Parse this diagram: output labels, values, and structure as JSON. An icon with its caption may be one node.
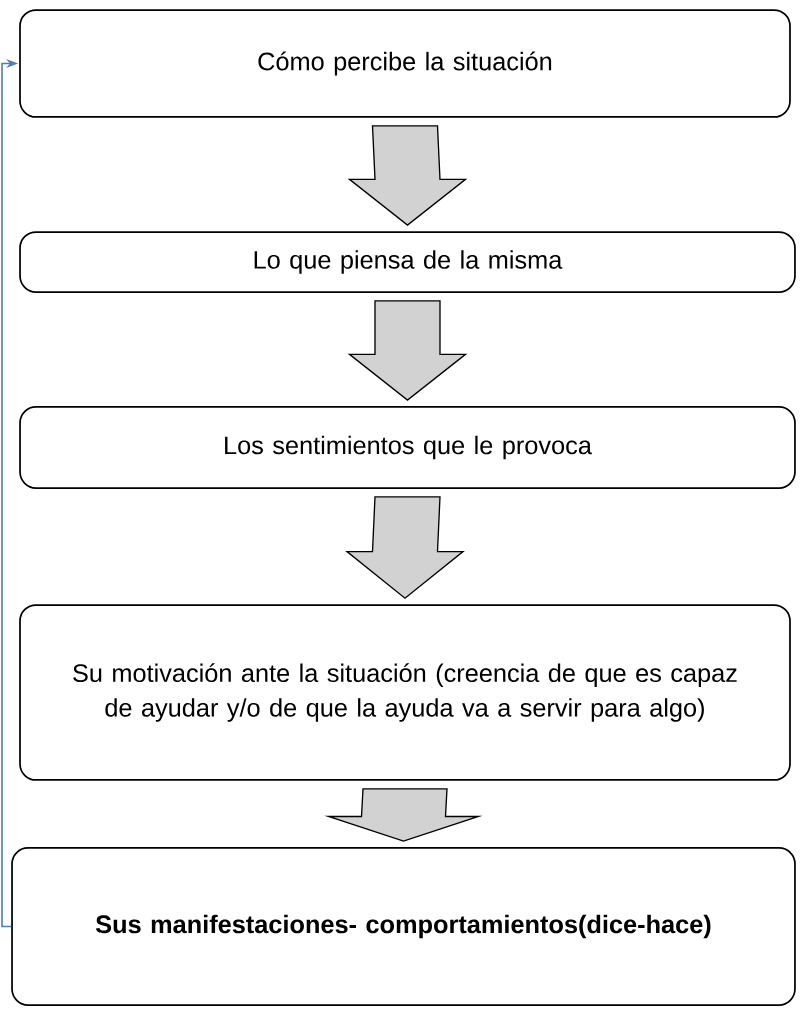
{
  "diagram": {
    "nodes": [
      {
        "text": [
          "Cómo percibe la situación"
        ]
      },
      {
        "text": [
          "Lo que piensa de la misma"
        ]
      },
      {
        "text": [
          "Los sentimientos que le provoca"
        ]
      },
      {
        "text": [
          "Su motivación ante la situación (creencia de que es capaz de ayudar y/o de que la ayuda va a servir para algo)"
        ]
      },
      {
        "text": [
          "**Sus manifestaciones- comportamientos(dice-hace)**"
        ]
      }
    ],
    "edges": [
      {
        "from": 0,
        "to": 1,
        "arrow": "to"
      },
      {
        "from": 1,
        "to": 2,
        "arrow": "to"
      },
      {
        "from": 2,
        "to": 3,
        "arrow": "to"
      },
      {
        "from": 3,
        "to": 4,
        "arrow": "to"
      },
      {
        "from": 4,
        "to": 0,
        "arrow": "to",
        "color": "#4a7ebb"
      }
    ]
  }
}
